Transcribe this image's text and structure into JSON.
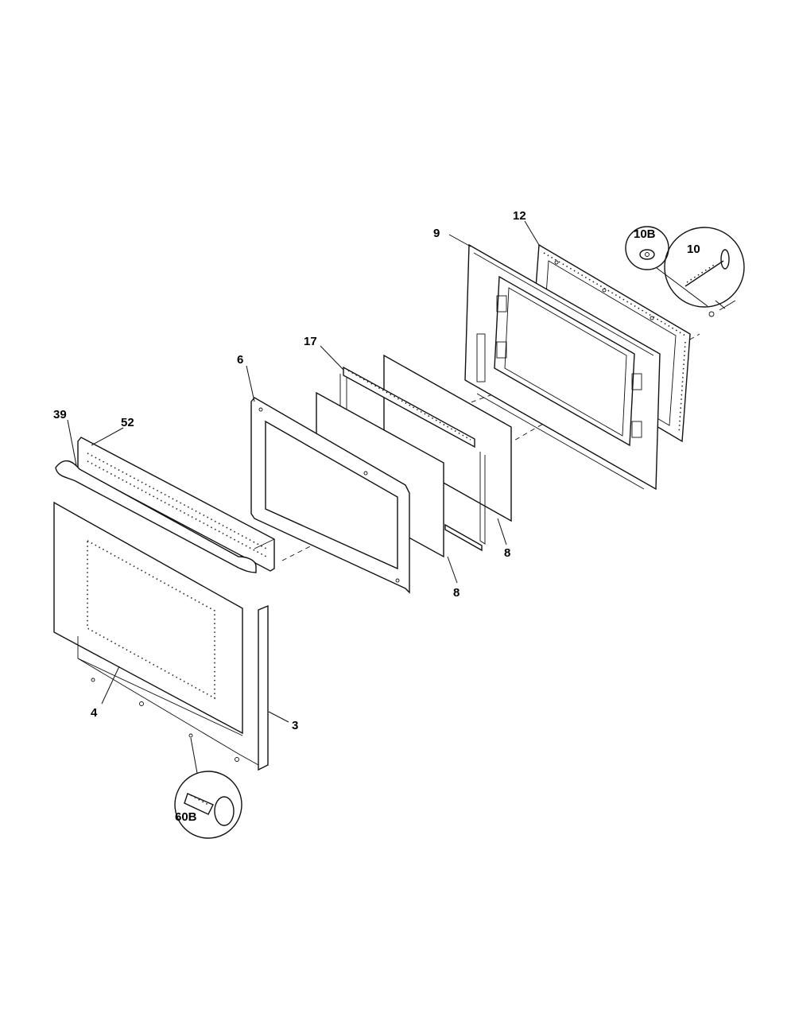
{
  "parts": {
    "p39": "39",
    "p52": "52",
    "p6": "6",
    "p17": "17",
    "p9": "9",
    "p12": "12",
    "p10b": "10B",
    "p10": "10",
    "p8a": "8",
    "p8b": "8",
    "p4": "4",
    "p3": "3",
    "p60b": "60B"
  }
}
